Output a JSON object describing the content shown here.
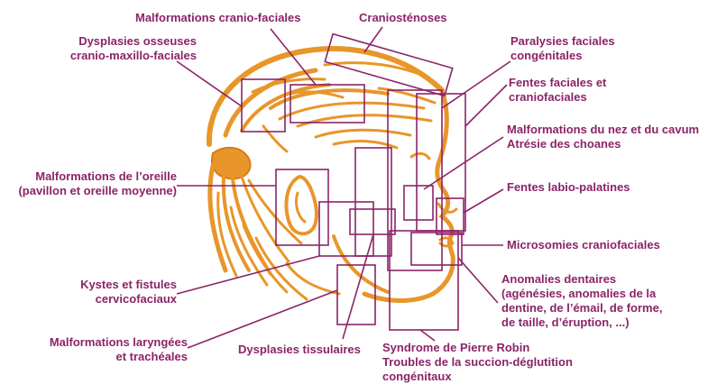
{
  "colors": {
    "label": "#8b2468",
    "box": "#8b2468",
    "head": "#e8962a",
    "head_dark": "#d67d15"
  },
  "labels": {
    "malformations_cranio_faciales": "Malformations cranio-faciales",
    "craniostenoses": "Craniosténoses",
    "dysplasies_osseuses": [
      "Dysplasies osseuses",
      "cranio-maxillo-faciales"
    ],
    "paralysies_faciales": [
      "Paralysies faciales",
      "congénitales"
    ],
    "fentes_faciales": [
      "Fentes faciales  et",
      "craniofaciales"
    ],
    "malformations_nez": [
      "Malformations du nez et du cavum",
      "Atrésie des choanes"
    ],
    "malformations_oreille": [
      "Malformations de l’oreille",
      "(pavillon et oreille moyenne)"
    ],
    "fentes_labio_palatines": "Fentes labio-palatines",
    "microsomies": "Microsomies craniofaciales",
    "kystes_fistules": [
      "Kystes et fistules",
      "cervicofaciaux"
    ],
    "anomalies_dentaires": [
      "Anomalies dentaires",
      "(agénésies, anomalies de la",
      "dentine, de l’émail, de forme,",
      "de taille, d’éruption, ...)"
    ],
    "malformations_laryngees": [
      "Malformations laryngées",
      "et trachéales"
    ],
    "dysplasies_tissulaires": "Dysplasies tissulaires",
    "syndrome_pierre_robin": [
      "Syndrome de Pierre Robin",
      "Troubles de la succion-déglutition",
      "congénitaux"
    ]
  }
}
